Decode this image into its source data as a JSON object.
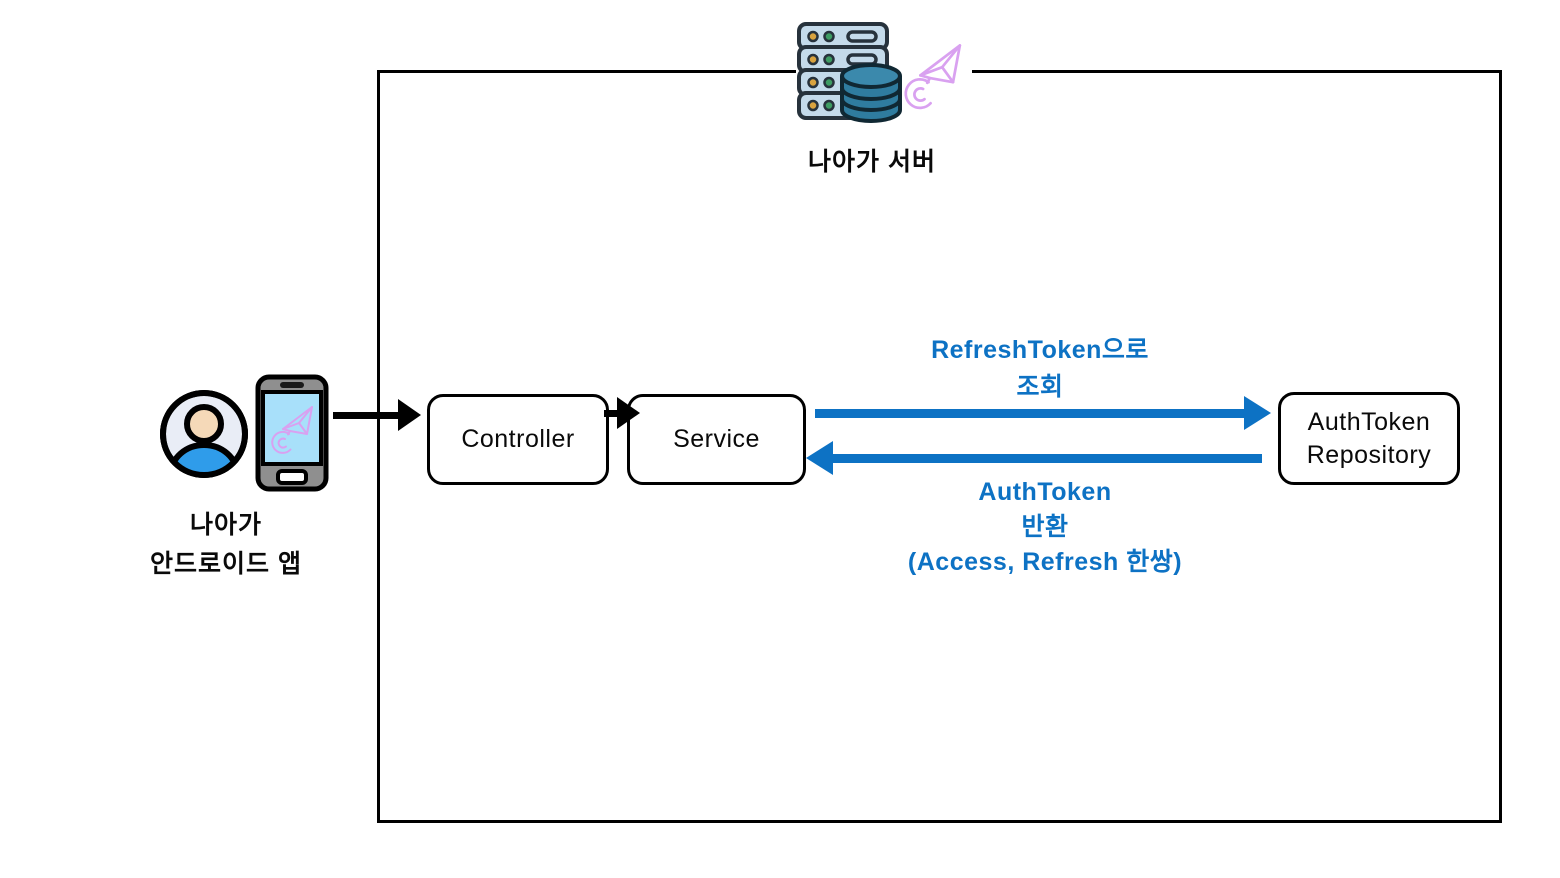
{
  "diagram": {
    "server_group": {
      "label": "나아가 서버"
    },
    "client": {
      "label_line1": "나아가",
      "label_line2": "안드로이드 앱"
    },
    "nodes": {
      "controller": "Controller",
      "service": "Service",
      "repository_line1": "AuthToken",
      "repository_line2": "Repository"
    },
    "flows": {
      "request": {
        "line1": "RefreshToken으로",
        "line2": "조회"
      },
      "response": {
        "line1": "AuthToken",
        "line2": "반환",
        "line3": "(Access, Refresh 한쌍)"
      }
    },
    "icons": {
      "server": "server-rack-icon",
      "database": "database-cylinder-icon",
      "logo": "naaga-logo-icon",
      "user": "user-avatar-icon",
      "phone": "smartphone-icon"
    },
    "colors": {
      "flow_blue": "#0d72c4",
      "outline_black": "#000000",
      "logo_pink": "#d9a1f0",
      "rack_fill": "#c4daea",
      "database_fill": "#2f7c9f",
      "phone_screen": "#a8e0fa",
      "avatar_body": "#2f9cea",
      "avatar_face": "#f5d9b8"
    }
  }
}
